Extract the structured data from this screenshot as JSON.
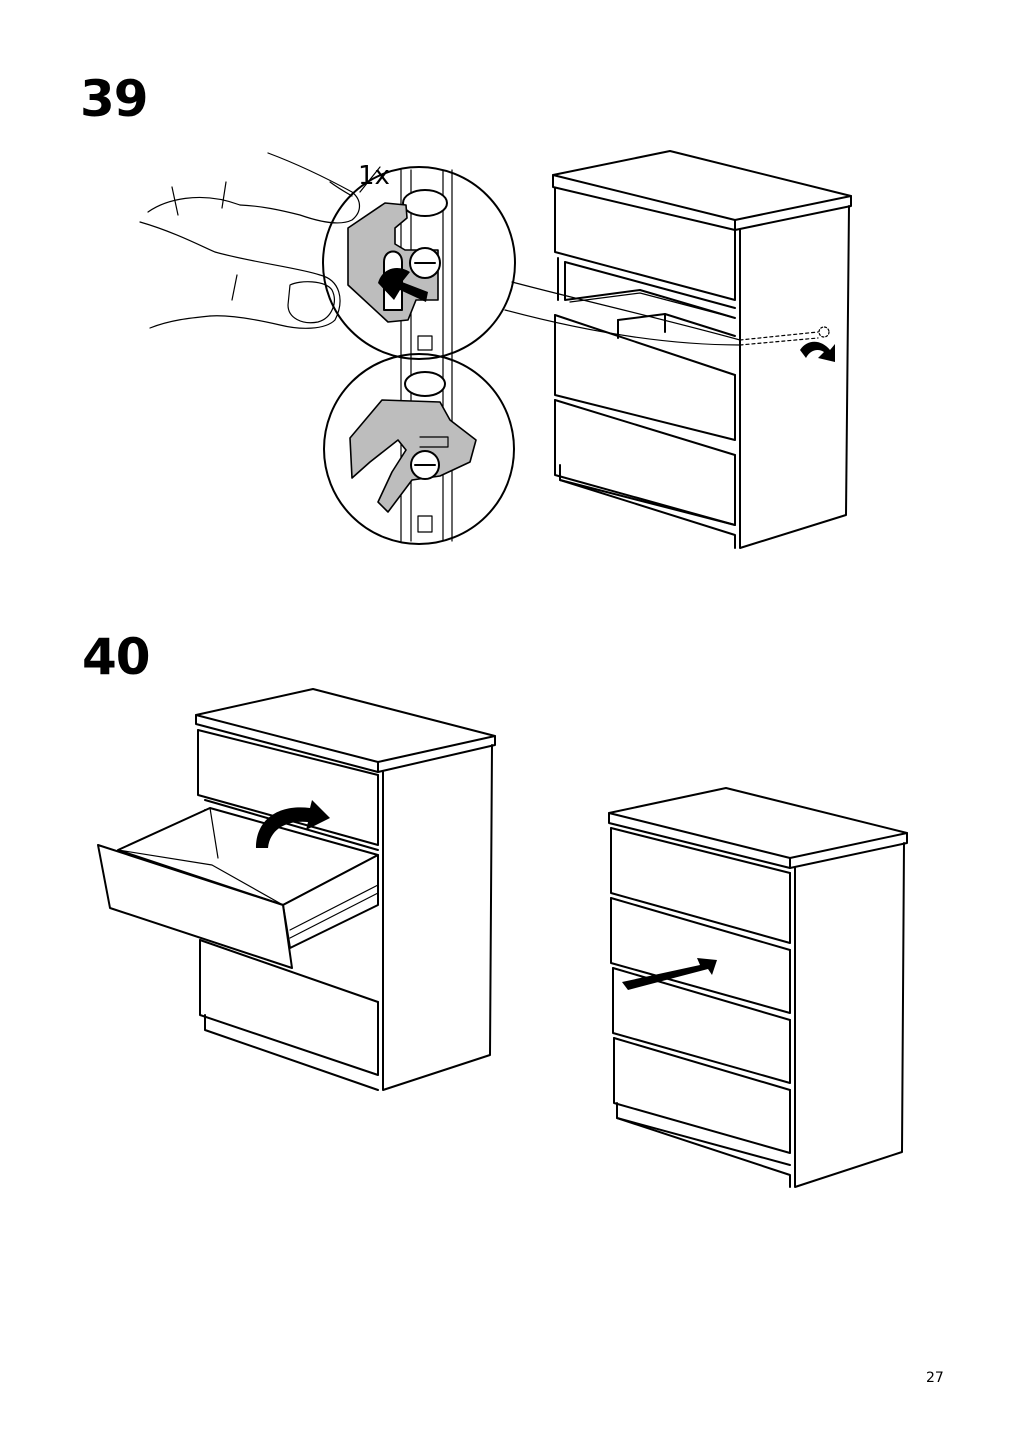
{
  "steps": [
    {
      "number": "39",
      "quantity": "1x"
    },
    {
      "number": "40"
    }
  ],
  "page": {
    "number": "27"
  },
  "colors": {
    "line": "#000000",
    "highlight": "#bdbdbd",
    "background": "#ffffff"
  }
}
